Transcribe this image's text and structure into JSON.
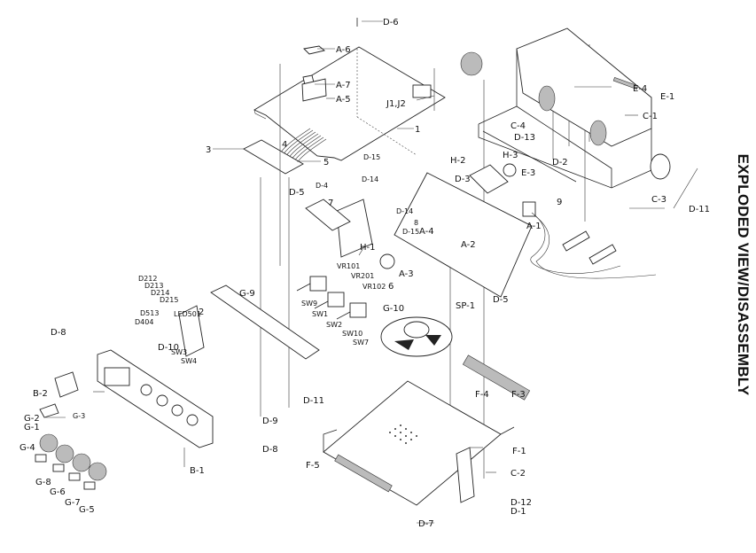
{
  "title": "EXPLODED VIEW/DISASSEMBLY",
  "labels": {
    "D6": "D-6",
    "A6": "A-6",
    "A7": "A-7",
    "A5": "A-5",
    "J1J2": "J1,J2",
    "P1": "1",
    "P3": "3",
    "P4": "4",
    "P5": "5",
    "D15a": "D-15",
    "D14a": "D-14",
    "D4": "D-4",
    "D5a": "D-5",
    "P7": "7",
    "H1": "H-1",
    "H2": "H-2",
    "H3": "H-3",
    "D3": "D-3",
    "E3": "E-3",
    "P9": "9",
    "A1": "A-1",
    "D14b": "D-14",
    "P8": "8",
    "D15b": "D-15",
    "A4": "A-4",
    "A2": "A-2",
    "A3": "A-3",
    "P6": "6",
    "D5b": "D-5",
    "SP1": "SP-1",
    "G10": "G-10",
    "VR101": "VR101",
    "VR201": "VR201",
    "VR102": "VR102",
    "SW9": "SW9",
    "SW1": "SW1",
    "SW2": "SW2",
    "SW10": "SW10",
    "SW7": "SW7",
    "G9": "G-9",
    "D212": "D212",
    "D213": "D213",
    "D214": "D214",
    "D215": "D215",
    "D513": "D513",
    "D404": "D404",
    "LED501": "LED501",
    "P2": "2",
    "D10": "D-10",
    "SW3": "SW3",
    "SW4": "SW4",
    "D8a": "D-8",
    "B2": "B-2",
    "G3": "G-3",
    "G2": "G-2",
    "G1": "G-1",
    "G4": "G-4",
    "G8": "G-8",
    "G6": "G-6",
    "G7": "G-7",
    "G5": "G-5",
    "B1": "B-1",
    "D9": "D-9",
    "D8b": "D-8",
    "D11a": "D-11",
    "F5": "F-5",
    "F4": "F-4",
    "F3": "F-3",
    "F1": "F-1",
    "C2": "C-2",
    "D12": "D-12",
    "D1": "D-1",
    "D7": "D-7",
    "C4": "C-4",
    "D13": "D-13",
    "D2": "D-2",
    "E4": "E-4",
    "E1": "E-1",
    "C1": "C-1",
    "C3": "C-3",
    "D11b": "D-11"
  }
}
